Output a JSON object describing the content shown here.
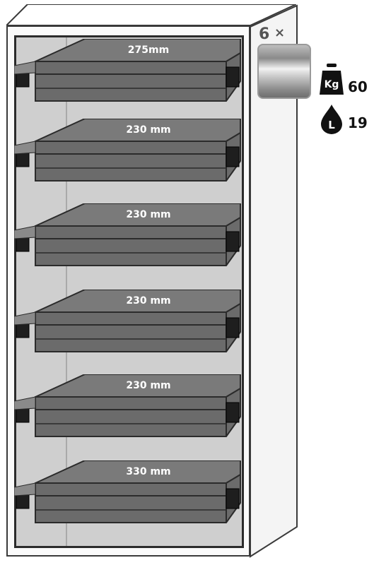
{
  "cabinet": {
    "shelf_count": "6",
    "shelf_count_symbol": "×",
    "shelves": [
      {
        "label": "275mm"
      },
      {
        "label": "230 mm"
      },
      {
        "label": "230 mm"
      },
      {
        "label": "230 mm"
      },
      {
        "label": "230 mm"
      },
      {
        "label": "330 mm"
      }
    ]
  },
  "specs": {
    "weight_unit": "Kg",
    "weight_value": "60",
    "volume_unit": "L",
    "volume_value": "19"
  },
  "colors": {
    "tray_fill": "#6b6b6b",
    "tray_top": "#7a7a7a",
    "interior": "#cfcfcf",
    "outline": "#2b2b2b"
  }
}
